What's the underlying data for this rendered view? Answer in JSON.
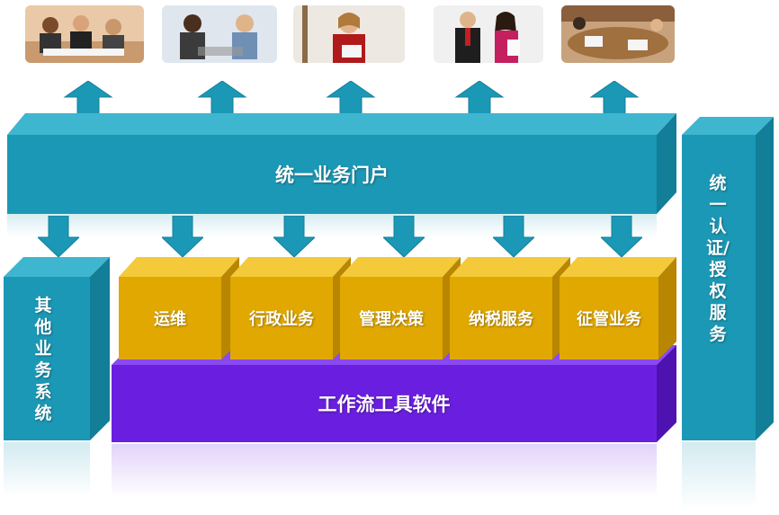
{
  "portal": {
    "label": "统一业务门户"
  },
  "auth": {
    "label": "统一认证/授权服务"
  },
  "other": {
    "label": "其他业务系统"
  },
  "workflow": {
    "label": "工作流工具软件"
  },
  "modules": [
    {
      "label": "运维"
    },
    {
      "label": "行政业务"
    },
    {
      "label": "管理决策"
    },
    {
      "label": "纳税服务"
    },
    {
      "label": "征管业务"
    }
  ],
  "photos": [
    {
      "icon": "meeting-photo-icon"
    },
    {
      "icon": "discussion-photo-icon"
    },
    {
      "icon": "businesswoman-photo-icon"
    },
    {
      "icon": "business-pair-photo-icon"
    },
    {
      "icon": "conference-table-photo-icon"
    }
  ],
  "colors": {
    "teal": "#1b98b5",
    "gold": "#e0a800",
    "purple": "#6a1fe0"
  }
}
